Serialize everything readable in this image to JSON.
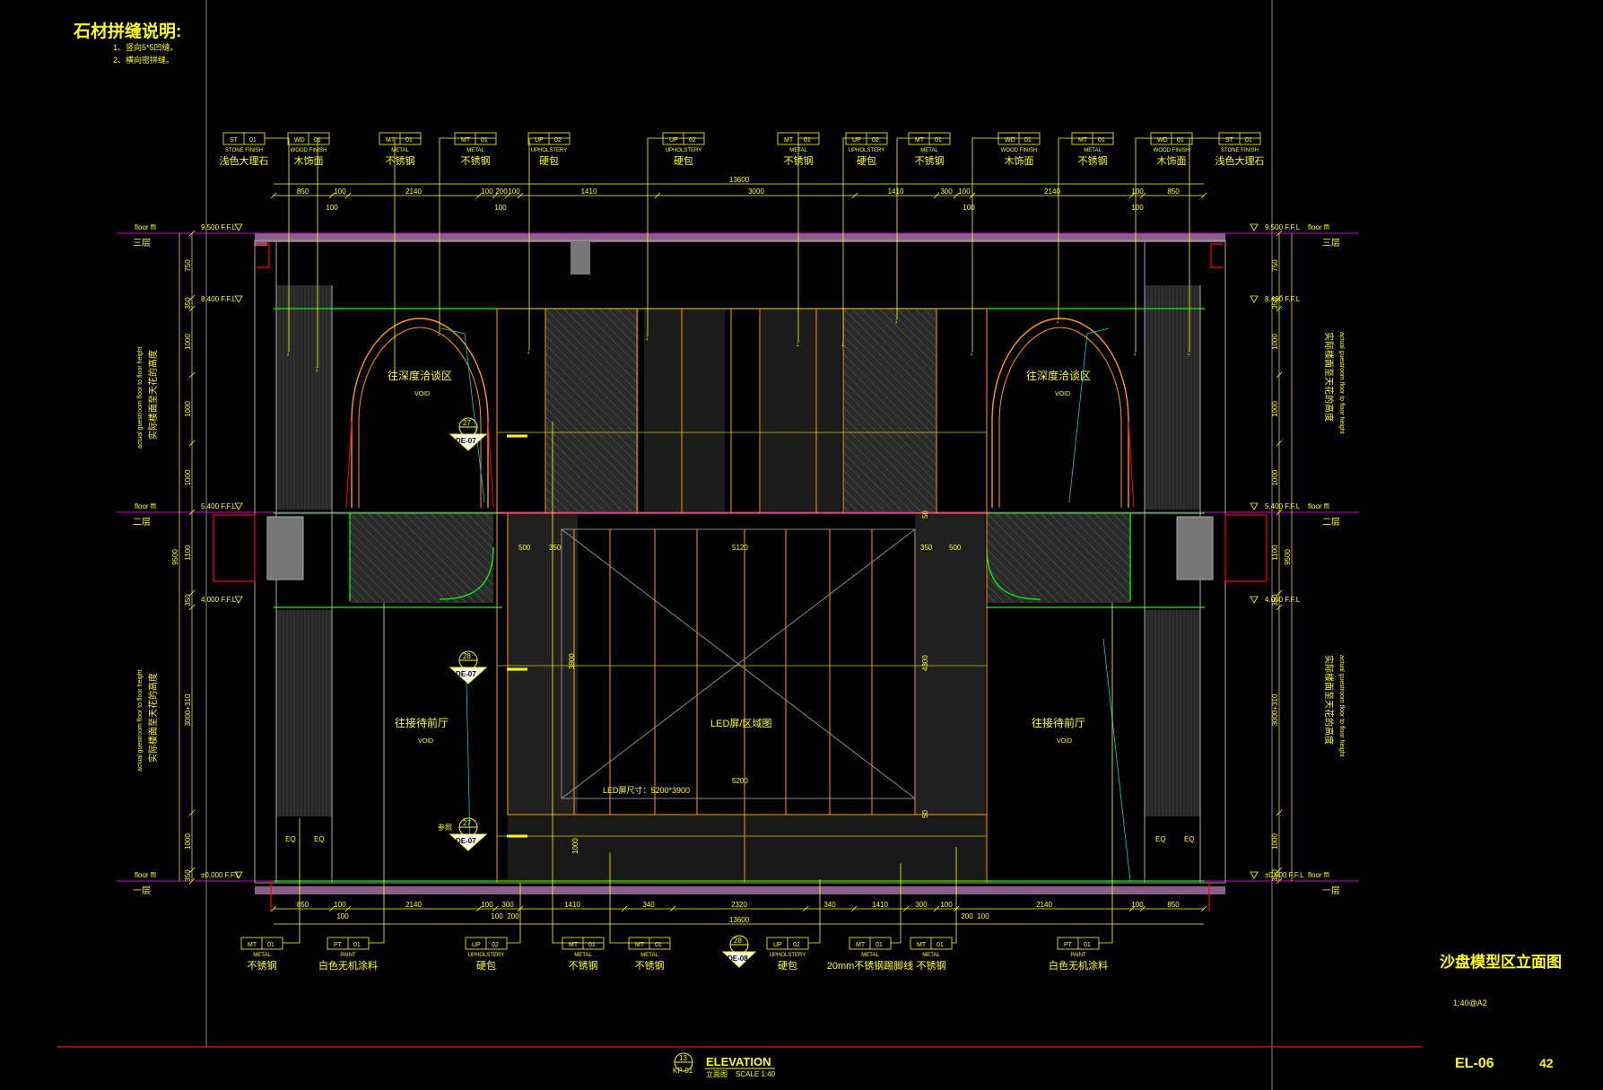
{
  "notes": {
    "title": "石材拼缝说明:",
    "items": [
      "1、竖向5*5凹缝。",
      "2、横向密拼缝。"
    ]
  },
  "top_tags": [
    {
      "code": "ST",
      "num": "01",
      "cat": "STONE FINISH",
      "name": "浅色大理石"
    },
    {
      "code": "WD",
      "num": "01",
      "cat": "WOOD FINISH",
      "name": "木饰面"
    },
    {
      "code": "MT",
      "num": "01",
      "cat": "METAL",
      "name": "不锈钢"
    },
    {
      "code": "MT",
      "num": "01",
      "cat": "METAL",
      "name": "不锈钢"
    },
    {
      "code": "UP",
      "num": "02",
      "cat": "UPHOLSTERY",
      "name": "硬包"
    },
    {
      "code": "UP",
      "num": "02",
      "cat": "UPHOLSTERY",
      "name": "硬包"
    },
    {
      "code": "MT",
      "num": "01",
      "cat": "METAL",
      "name": "不锈钢"
    },
    {
      "code": "UP",
      "num": "02",
      "cat": "UPHOLSTERY",
      "name": "硬包"
    },
    {
      "code": "MT",
      "num": "01",
      "cat": "METAL",
      "name": "不锈钢"
    },
    {
      "code": "WD",
      "num": "01",
      "cat": "WOOD FINISH",
      "name": "木饰面"
    },
    {
      "code": "MT",
      "num": "01",
      "cat": "METAL",
      "name": "不锈钢"
    },
    {
      "code": "WD",
      "num": "01",
      "cat": "WOOD FINISH",
      "name": "木饰面"
    },
    {
      "code": "ST",
      "num": "01",
      "cat": "STONE FINISH",
      "name": "浅色大理石"
    }
  ],
  "bottom_tags": [
    {
      "code": "MT",
      "num": "01",
      "cat": "METAL",
      "name": "不锈钢"
    },
    {
      "code": "PT",
      "num": "01",
      "cat": "PAINT",
      "name": "白色无机涂料"
    },
    {
      "code": "UP",
      "num": "02",
      "cat": "UPHOLSTERY",
      "name": "硬包"
    },
    {
      "code": "MT",
      "num": "01",
      "cat": "METAL",
      "name": "不锈钢"
    },
    {
      "code": "MT",
      "num": "01",
      "cat": "METAL",
      "name": "不锈钢"
    },
    {
      "code": "UP",
      "num": "02",
      "cat": "UPHOLSTERY",
      "name": "硬包"
    },
    {
      "code": "MT",
      "num": "01",
      "cat": "METAL",
      "name": "20mm不锈钢踢脚线"
    },
    {
      "code": "MT",
      "num": "01",
      "cat": "METAL",
      "name": "不锈钢"
    },
    {
      "code": "PT",
      "num": "01",
      "cat": "PAINT",
      "name": "白色无机涂料"
    }
  ],
  "dims_top": {
    "total": "13600",
    "row1": [
      "850",
      "100",
      "2140",
      "100",
      "200",
      "100",
      "1410",
      "3000",
      "1410",
      "300",
      "100",
      "2140",
      "100",
      "850"
    ],
    "row2": [
      "100",
      "100",
      "100",
      "100"
    ]
  },
  "dims_bottom": {
    "total": "13600",
    "row1": [
      "850",
      "100",
      "2140",
      "100",
      "300",
      "1410",
      "340",
      "2320",
      "340",
      "1410",
      "300",
      "100",
      "2140",
      "100",
      "850"
    ],
    "row2": [
      "100",
      "100",
      "200",
      "200",
      "100"
    ]
  },
  "screen_dims": {
    "s500a": "500",
    "s350a": "350",
    "w5120": "5120",
    "s350b": "350",
    "s500b": "500",
    "h3900": "3900",
    "h4300": "4300",
    "w5200": "5200",
    "h50a": "50",
    "h50b": "50",
    "h1000": "1000"
  },
  "levels": {
    "floor": "floor ffl",
    "top": "9.500 F.F.L",
    "l8400": "8.400 F.F.L",
    "mid": "5.400 F.F.L",
    "l4000": "4.000 F.F.L",
    "bottom": "±0.000 F.F.L",
    "third": "三层",
    "second": "二层",
    "first": "一层"
  },
  "vert_dims": {
    "v750": "750",
    "v350a": "350",
    "v1000a": "1000",
    "v1000b": "1000",
    "v1000c": "1000",
    "v1100": "1100",
    "v350b": "350",
    "v3000": "3000+310",
    "v1000d": "1000",
    "v350c": "350",
    "total": "9500"
  },
  "side_notes": {
    "en": "actual guestroom floor to floor height",
    "cn": "实际楼面至天花的高度"
  },
  "areas": {
    "upper_left": "往深度洽谈区",
    "upper_right": "往深度洽谈区",
    "lower_left": "往接待前厅",
    "lower_right": "往接待前厅",
    "void": "VOID",
    "led": "LED屏/区域图",
    "led_size": "LED屏尺寸：5200*3900"
  },
  "eq": "EQ",
  "sections": [
    {
      "num": "27",
      "ref": "DE-07"
    },
    {
      "num": "28",
      "ref": "DE-07"
    },
    {
      "num": "27",
      "ref": "DE-07",
      "label": "参照"
    },
    {
      "num": "28",
      "ref": "DE-08"
    }
  ],
  "title_block": {
    "num": "13",
    "title": "ELEVATION",
    "code": "KP-01",
    "cn": "立面图",
    "scale": "SCALE  1:40"
  },
  "sheet": {
    "name": "沙盘模型区立面图",
    "scale": "1:40@A2",
    "code": "EL-06",
    "page": "42"
  },
  "colors": {
    "bg": "#000000",
    "text": "#ffff00",
    "orange": "#ff9900",
    "green": "#00ff00",
    "magenta": "#cc00cc",
    "purple": "#996699",
    "red": "#ff0000",
    "gray": "#888888",
    "cyan": "#00cccc",
    "white": "#ffffff"
  }
}
